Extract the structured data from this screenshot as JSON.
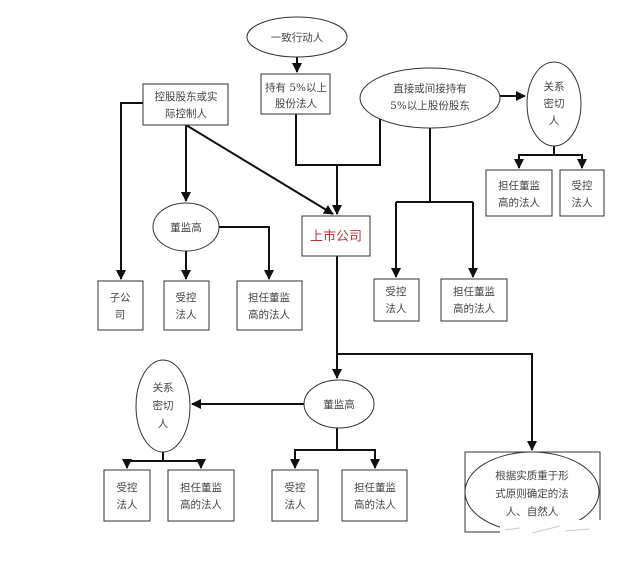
{
  "diagram": {
    "nodes": {
      "concert_parties": {
        "lines": [
          "一致行动人"
        ]
      },
      "legal_person_5pct": {
        "lines": [
          "持有 5%以上",
          "股份法人"
        ]
      },
      "shareholder_5pct": {
        "lines": [
          "直接或间接持有",
          "5%以上股份股东"
        ]
      },
      "close_relatives_top": {
        "lines": [
          "关系",
          "密切",
          "人"
        ]
      },
      "top_director_legal_person": {
        "lines": [
          "担任董监",
          "高的法人"
        ]
      },
      "top_controlled_legal_person": {
        "lines": [
          "受控",
          "法人"
        ]
      },
      "controlling_shareholder": {
        "lines": [
          "控股股东或实",
          "际控制人"
        ]
      },
      "directors_upper": {
        "lines": [
          "董监高"
        ]
      },
      "listed_company": {
        "lines": [
          "上市公司"
        ]
      },
      "subsidiary": {
        "lines": [
          "子公",
          "司"
        ]
      },
      "upper_controlled_legal_person": {
        "lines": [
          "受控",
          "法人"
        ]
      },
      "upper_director_legal_person": {
        "lines": [
          "担任董监",
          "高的法人"
        ]
      },
      "mid_controlled_legal_person": {
        "lines": [
          "受控",
          "法人"
        ]
      },
      "mid_director_legal_person": {
        "lines": [
          "担任董监",
          "高的法人"
        ]
      },
      "directors_lower": {
        "lines": [
          "董监高"
        ]
      },
      "close_relatives_lower": {
        "lines": [
          "关系",
          "密切",
          "人"
        ]
      },
      "low_left_controlled_legal_person": {
        "lines": [
          "受控",
          "法人"
        ]
      },
      "low_left_director_legal_person": {
        "lines": [
          "担任董监",
          "高的法人"
        ]
      },
      "low_mid_controlled_legal_person": {
        "lines": [
          "受控",
          "法人"
        ]
      },
      "low_mid_director_legal_person": {
        "lines": [
          "担任董监",
          "高的法人"
        ]
      },
      "substance_over_form": {
        "lines": [
          "根据实质重于形",
          "式原则确定的法",
          "人、自然人"
        ]
      }
    },
    "edges": [
      {
        "from": "concert_parties",
        "to": "legal_person_5pct"
      },
      {
        "from": "legal_person_5pct",
        "to": "listed_company"
      },
      {
        "from": "shareholder_5pct",
        "to": "listed_company"
      },
      {
        "from": "shareholder_5pct",
        "to": "close_relatives_top"
      },
      {
        "from": "shareholder_5pct",
        "to": "mid_controlled_legal_person"
      },
      {
        "from": "shareholder_5pct",
        "to": "mid_director_legal_person"
      },
      {
        "from": "close_relatives_top",
        "to": "top_director_legal_person"
      },
      {
        "from": "close_relatives_top",
        "to": "top_controlled_legal_person"
      },
      {
        "from": "controlling_shareholder",
        "to": "subsidiary"
      },
      {
        "from": "controlling_shareholder",
        "to": "directors_upper"
      },
      {
        "from": "controlling_shareholder",
        "to": "listed_company"
      },
      {
        "from": "directors_upper",
        "to": "upper_controlled_legal_person"
      },
      {
        "from": "directors_upper",
        "to": "upper_director_legal_person"
      },
      {
        "from": "listed_company",
        "to": "directors_lower"
      },
      {
        "from": "listed_company",
        "to": "substance_over_form"
      },
      {
        "from": "directors_lower",
        "to": "close_relatives_lower"
      },
      {
        "from": "directors_lower",
        "to": "low_mid_controlled_legal_person"
      },
      {
        "from": "directors_lower",
        "to": "low_mid_director_legal_person"
      },
      {
        "from": "close_relatives_lower",
        "to": "low_left_controlled_legal_person"
      },
      {
        "from": "close_relatives_lower",
        "to": "low_left_director_legal_person"
      }
    ],
    "colors": {
      "listed_company_text": "#c0303a",
      "node_border": "#333333",
      "edge": "#111111",
      "text": "#444444"
    }
  }
}
